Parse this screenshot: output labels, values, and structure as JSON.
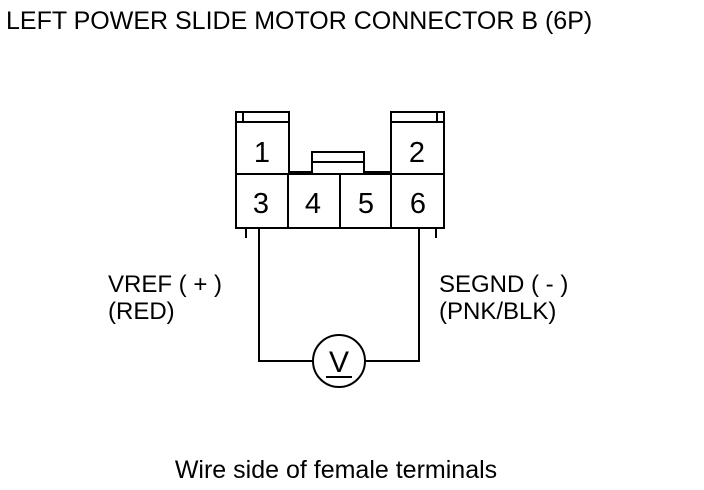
{
  "diagram": {
    "title": "LEFT POWER SLIDE MOTOR CONNECTOR B (6P)",
    "caption": "Wire side of female terminals",
    "connector": {
      "pins": [
        "1",
        "2",
        "3",
        "4",
        "5",
        "6"
      ]
    },
    "left_terminal": {
      "signal": "VREF ( + )",
      "wire": "(RED)"
    },
    "right_terminal": {
      "signal": "SEGND ( - )",
      "wire": "(PNK/BLK)"
    },
    "meter": {
      "symbol": "V",
      "icon": "voltmeter-icon"
    }
  }
}
